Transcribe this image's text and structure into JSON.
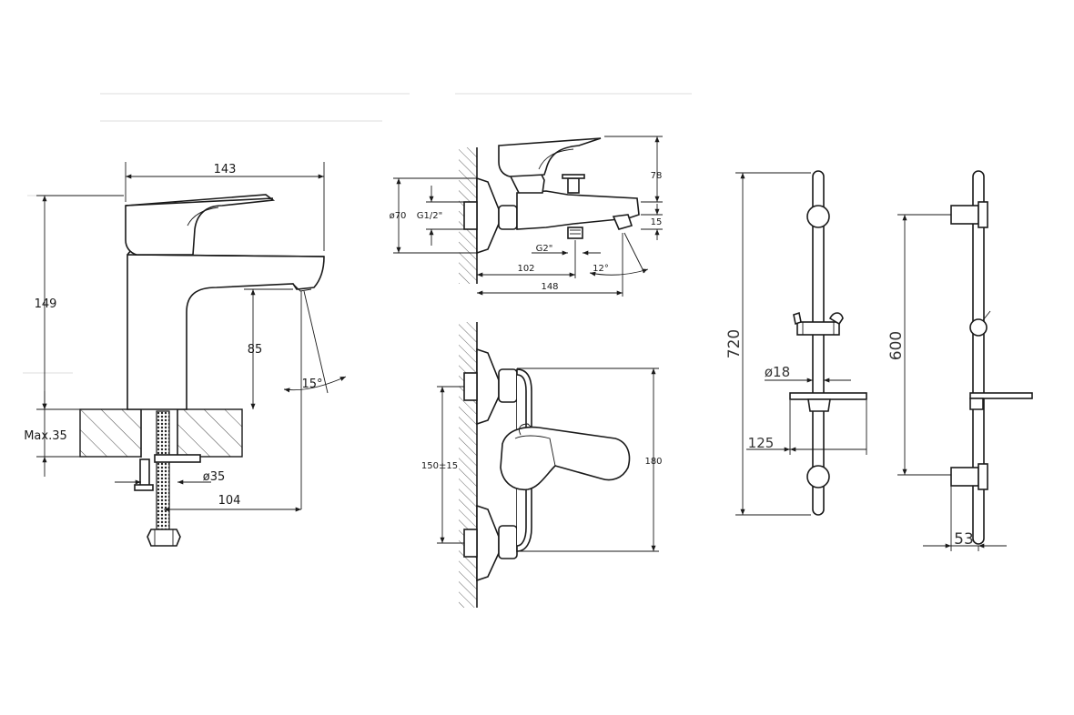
{
  "basin_mixer": {
    "width_total": "143",
    "height_total": "149",
    "spout_height": "85",
    "spout_angle": "15°",
    "deck_max": "Max.35",
    "hole_diameter": "ø35",
    "spout_reach": "104"
  },
  "bath_mixer_side": {
    "flange_diameter": "ø70",
    "inlet_thread": "G1/2\"",
    "height_top": "78",
    "height_spout": "15",
    "outlet_thread": "G2\"",
    "spout_angle": "12°",
    "reach_inner": "102",
    "reach_total": "148"
  },
  "bath_mixer_front": {
    "inlet_spacing": "150±15",
    "height": "180"
  },
  "shower_rail_front": {
    "rail_length": "720",
    "rail_diameter": "ø18",
    "soap_dish_width": "125"
  },
  "shower_rail_side": {
    "bracket_spacing": "600",
    "wall_offset": "53"
  }
}
